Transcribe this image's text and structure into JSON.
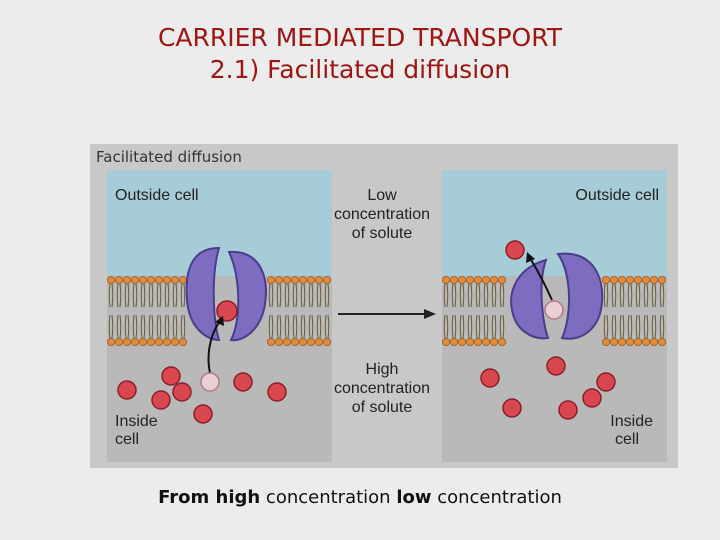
{
  "slide": {
    "title_line1": "CARRIER MEDIATED TRANSPORT",
    "title_line2": "2.1) Facilitated diffusion"
  },
  "figure": {
    "title": "Facilitated diffusion",
    "left_panel": {
      "outside_label": "Outside cell",
      "inside_label_1": "Inside",
      "inside_label_2": "cell"
    },
    "right_panel": {
      "outside_label": "Outside cell",
      "inside_label_1": "Inside",
      "inside_label_2": "cell"
    },
    "low_conc": {
      "line1": "Low",
      "line2": "concentration",
      "line3": "of solute"
    },
    "high_conc": {
      "line1": "High",
      "line2": "concentration",
      "line3": "of solute"
    }
  },
  "caption": {
    "part1_bold": "From high",
    "part2": " concentration ",
    "part3_bold": "low",
    "part4": " concentration"
  },
  "colors": {
    "title": "#a01414",
    "outside": "#a6ccd8",
    "inside": "#b9b9b9",
    "carrier": "#7e6cc0",
    "solute": "#d8474f"
  }
}
